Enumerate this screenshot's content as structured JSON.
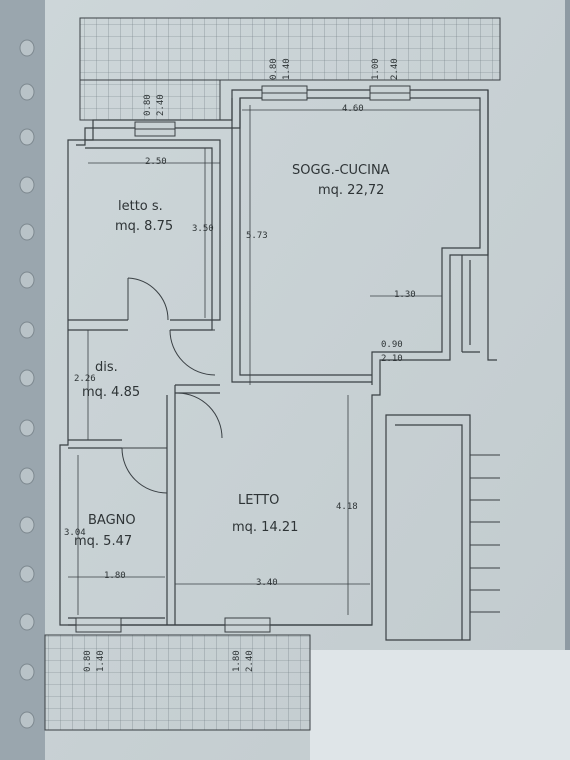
{
  "colors": {
    "paper": "#c9d2d5",
    "line": "#3a4044",
    "sleeve": "#8e9aa3"
  },
  "rooms": {
    "soggiorno": {
      "name": "SOGG.-CUCINA",
      "area": "mq. 22,72"
    },
    "letto_s": {
      "name": "letto s.",
      "area": "mq. 8.75"
    },
    "dis": {
      "name": "dis.",
      "area": "mq. 4.85"
    },
    "bagno": {
      "name": "BAGNO",
      "area": "mq. 5.47"
    },
    "letto": {
      "name": "LETTO",
      "area": "mq. 14.21"
    }
  },
  "dims": {
    "sogg_width": "4.60",
    "sogg_height": "5.73",
    "letto_s_width": "2.50",
    "letto_s_height": "3.50",
    "step_width": "1.30",
    "door_090": "0.90",
    "door_210": "2.10",
    "dis_height": "2.26",
    "letto_height": "4.18",
    "bagno_height": "3.04",
    "bagno_width": "1.80",
    "letto_width": "3.40",
    "win_top_left_a": "0.80",
    "win_top_left_b": "2.40",
    "win_top_mid_a": "0.80",
    "win_top_mid_b": "1.40",
    "win_top_right_a": "1.00",
    "win_top_right_b": "2.40",
    "win_bot_left_a": "0.80",
    "win_bot_left_b": "1.40",
    "win_bot_mid_a": "1.80",
    "win_bot_mid_b": "2.40"
  }
}
